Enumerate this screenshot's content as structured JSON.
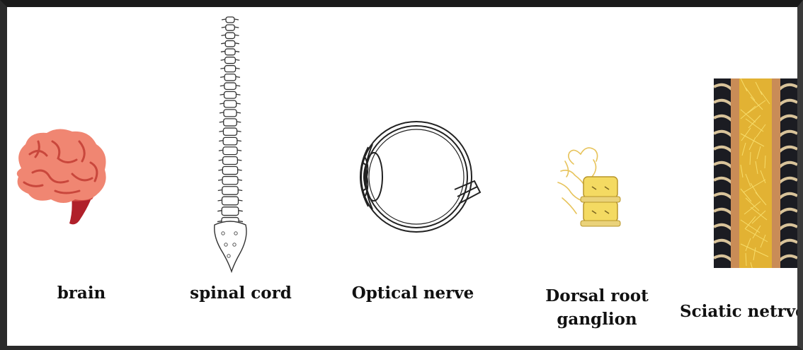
{
  "items": [
    {
      "label": "brain"
    },
    {
      "label": "spinal cord"
    },
    {
      "label": "Optical nerve"
    },
    {
      "label_line1": "Dorsal root",
      "label_line2": "ganglion"
    },
    {
      "label": "Sciatic netrve"
    }
  ],
  "colors": {
    "brain": "#f08672",
    "brain_dark": "#c9473c",
    "stem": "#b0202a",
    "spine_outline": "#333333",
    "ganglion_yellow": "#f4da62",
    "nerve_gold": "#e2b233",
    "dark_bg": "#1b1c22"
  },
  "icons": [
    "brain-icon",
    "spinal-cord-icon",
    "eye-icon",
    "dorsal-root-ganglion-icon",
    "sciatic-nerve-icon"
  ]
}
